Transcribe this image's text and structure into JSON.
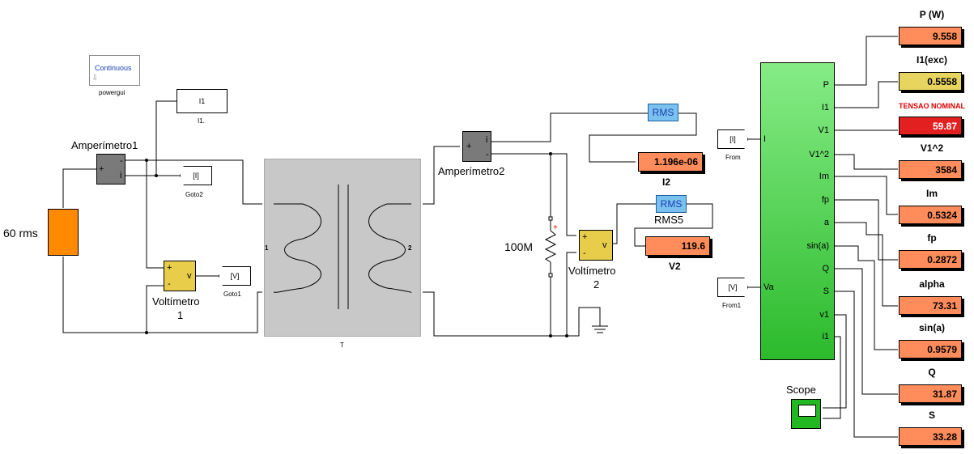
{
  "powergui": {
    "mode": "Continuous",
    "name": "powergui"
  },
  "source": {
    "label": "60 rms"
  },
  "amp1": {
    "name": "Amperímetro1",
    "plus": "+",
    "minus": "-",
    "i": "i"
  },
  "amp2": {
    "name": "Amperímetro2",
    "plus": "+",
    "minus": "-",
    "i": "i"
  },
  "volt1": {
    "name_line1": "Voltímetro",
    "name_line2": "1",
    "plus": "+",
    "minus": "-",
    "v": "v"
  },
  "volt2": {
    "name_line1": "Voltímetro",
    "name_line2": "2",
    "plus": "+",
    "minus": "-",
    "v": "v"
  },
  "goto_i1": {
    "tag": "I1",
    "name": "I1."
  },
  "goto2": {
    "tag": "[I]",
    "name": "Goto2"
  },
  "goto1": {
    "tag": "[V]",
    "name": "Goto1"
  },
  "transformer": {
    "name": "T",
    "port1": "1",
    "port2": "2"
  },
  "resistor": {
    "label": "100M"
  },
  "rms1": {
    "label": "RMS"
  },
  "rms5": {
    "label": "RMS",
    "name": "RMS5"
  },
  "display_i2": {
    "value": "1.196e-06",
    "title": "I2"
  },
  "display_v2": {
    "value": "119.6",
    "title": "V2"
  },
  "from": {
    "tag": "[I]",
    "name": "From"
  },
  "from1": {
    "tag": "[V]",
    "name": "From1"
  },
  "subsystem": {
    "inputs": [
      "I",
      "Va"
    ],
    "outputs": [
      "P",
      "I1",
      "V1",
      "V1^2",
      "Im",
      "fp",
      "a",
      "sin(a)",
      "Q",
      "S",
      "v1",
      "i1"
    ]
  },
  "scope": {
    "name": "Scope"
  },
  "displays": [
    {
      "title": "P (W)",
      "value": "9.558",
      "color": "#ff8c5a"
    },
    {
      "title": "I1(exc)",
      "value": "0.5558",
      "color": "#e8d560"
    },
    {
      "title": "TENSAO NOMINAL",
      "value": "59.87",
      "color": "#e32020"
    },
    {
      "title": "V1^2",
      "value": "3584",
      "color": "#ff8c5a"
    },
    {
      "title": "Im",
      "value": "0.5324",
      "color": "#ff8c5a"
    },
    {
      "title": "fp",
      "value": "0.2872",
      "color": "#ff8c5a"
    },
    {
      "title": "alpha",
      "value": "73.31",
      "color": "#ff8c5a"
    },
    {
      "title": "sin(a)",
      "value": "0.9579",
      "color": "#ff8c5a"
    },
    {
      "title": "Q",
      "value": "31.87",
      "color": "#ff8c5a"
    },
    {
      "title": "S",
      "value": "33.28",
      "color": "#ff8c5a"
    }
  ]
}
